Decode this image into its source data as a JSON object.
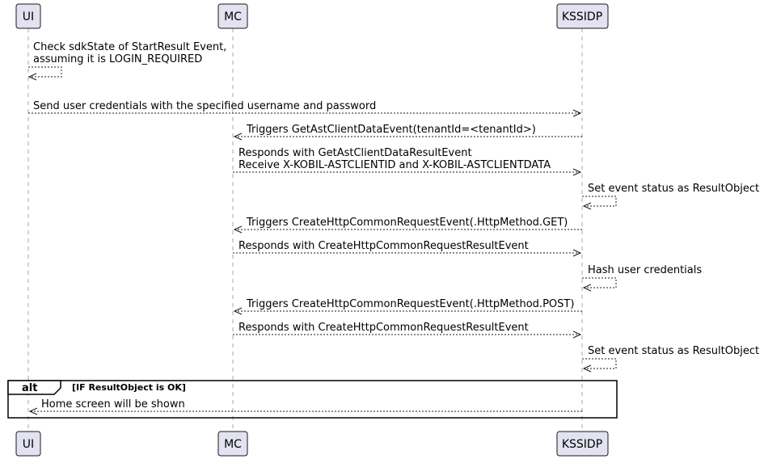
{
  "participants": {
    "ui": "UI",
    "mc": "MC",
    "kssidp": "KSSIDP"
  },
  "messages": {
    "m1": {
      "from": "UI",
      "to": "UI",
      "lines": [
        "Check sdkState of StartResult Event,",
        " assuming it is LOGIN_REQUIRED"
      ]
    },
    "m2": {
      "from": "UI",
      "to": "KSSIDP",
      "lines": [
        "Send user credentials with the specified username and password"
      ]
    },
    "m3": {
      "from": "KSSIDP",
      "to": "MC",
      "lines": [
        "Triggers GetAstClientDataEvent(tenantId=<tenantId>)"
      ]
    },
    "m4": {
      "from": "MC",
      "to": "KSSIDP",
      "lines": [
        "Responds with GetAstClientDataResultEvent",
        "Receive X-KOBIL-ASTCLIENTID and X-KOBIL-ASTCLIENTDATA"
      ]
    },
    "m5": {
      "from": "KSSIDP",
      "to": "KSSIDP",
      "lines": [
        "Set event status as ResultObject"
      ]
    },
    "m6": {
      "from": "KSSIDP",
      "to": "MC",
      "lines": [
        "Triggers CreateHttpCommonRequestEvent(.HttpMethod.GET)"
      ]
    },
    "m7": {
      "from": "MC",
      "to": "KSSIDP",
      "lines": [
        "Responds with CreateHttpCommonRequestResultEvent"
      ]
    },
    "m8": {
      "from": "KSSIDP",
      "to": "KSSIDP",
      "lines": [
        "Hash user credentials"
      ]
    },
    "m9": {
      "from": "KSSIDP",
      "to": "MC",
      "lines": [
        "Triggers CreateHttpCommonRequestEvent(.HttpMethod.POST)"
      ]
    },
    "m10": {
      "from": "MC",
      "to": "KSSIDP",
      "lines": [
        "Responds with CreateHttpCommonRequestResultEvent"
      ]
    },
    "m11": {
      "from": "KSSIDP",
      "to": "KSSIDP",
      "lines": [
        "Set event status as ResultObject"
      ]
    },
    "m12": {
      "from": "KSSIDP",
      "to": "UI",
      "lines": [
        "Home screen will be shown"
      ]
    }
  },
  "alt_frame": {
    "operator": "alt",
    "guard": "[IF ResultObject is OK]"
  }
}
